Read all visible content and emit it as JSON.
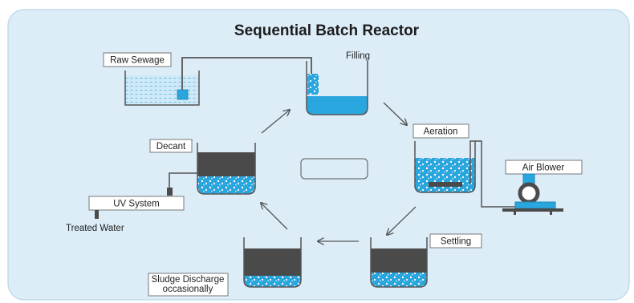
{
  "title": "Sequential Batch Reactor",
  "stages": {
    "raw_sewage": "Raw Sewage",
    "filling": "Filling",
    "aeration": "Aeration",
    "air_blower": "Air Blower",
    "settling": "Settling",
    "sludge_line1": "Sludge Discharge",
    "sludge_line2": "occasionally",
    "decant": "Decant",
    "uv_system": "UV System",
    "treated_water": "Treated Water"
  },
  "colors": {
    "background": "#dcedf8",
    "water": "#2aa6de",
    "sludge": "#4a4a4a",
    "outline": "#555555"
  }
}
